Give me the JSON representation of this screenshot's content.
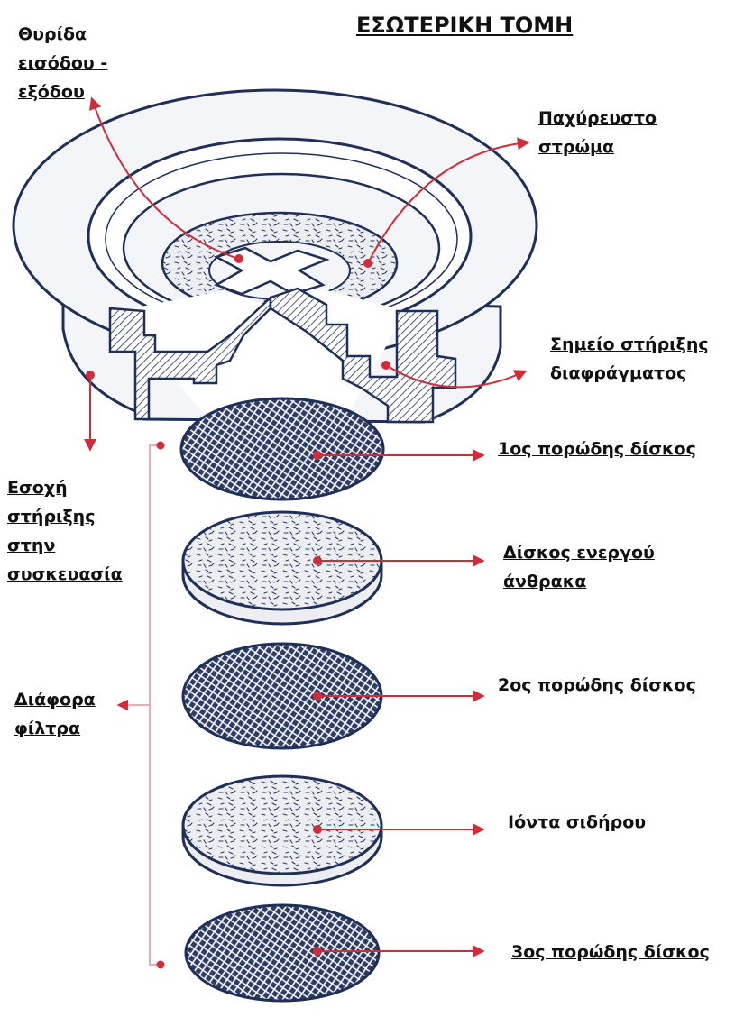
{
  "title": "ΕΣΩΤΕΡΙΚΗ ΤΟΜΗ",
  "colors": {
    "ink": "#1f2f57",
    "disc_fill": "#ffffff",
    "carbon_fill": "#e9eaee",
    "arrow": "#d02c3a",
    "connector": "#e8a3a8",
    "text": "#111111"
  },
  "labels": {
    "inlet": [
      "Θυρίδα",
      "εισόδου -",
      "εξόδου"
    ],
    "thick_layer": [
      "Παχύρευστο",
      "στρώμα"
    ],
    "support_point": [
      "Σημείο στήριξης",
      "διαφράγματος"
    ],
    "recess": [
      "Εσοχή",
      "στήριξης",
      "στην",
      "συσκευασία"
    ],
    "filters": [
      "Διάφορα",
      "φίλτρα"
    ],
    "disc1": "1ος πορώδης δίσκος",
    "disc_carbon": [
      "Δίσκος ενεργού",
      "άνθρακα"
    ],
    "disc2": "2ος πορώδης δίσκος",
    "disc_iron": "Ιόντα σιδήρου",
    "disc3": "3ος πορώδης δίσκος"
  },
  "discs": [
    {
      "name": "disc-1-porous",
      "kind": "mesh"
    },
    {
      "name": "disc-activated-carbon",
      "kind": "speckle"
    },
    {
      "name": "disc-2-porous",
      "kind": "mesh"
    },
    {
      "name": "disc-iron-ions",
      "kind": "speckle"
    },
    {
      "name": "disc-3-porous",
      "kind": "mesh"
    }
  ]
}
